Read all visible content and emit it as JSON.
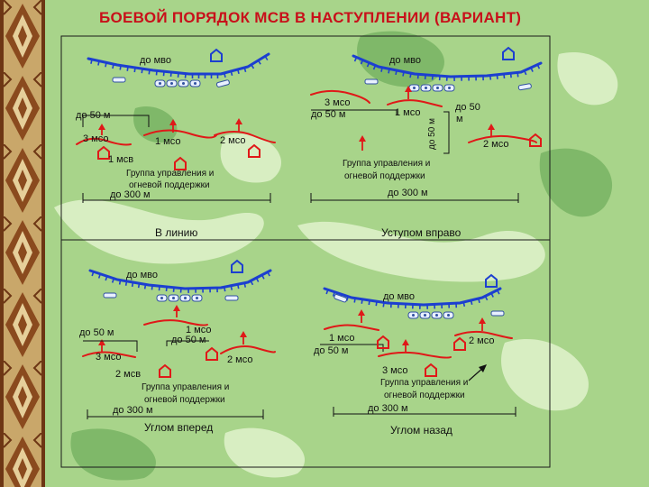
{
  "title": "БОЕВОЙ ПОРЯДОК МСВ В НАСТУПЛЕНИИ (ВАРИАНТ)",
  "colors": {
    "background": "#a8d48a",
    "pale_patch": "#d8eec2",
    "dark_patch": "#7fb869",
    "ornament": "#8a4a1e",
    "frame": "#1a1a1a",
    "friendly": "#e01818",
    "enemy": "#1c3fd0",
    "title": "#c8101a"
  },
  "panels": [
    {
      "caption": "В линию",
      "labels": {
        "enemy": "до мво",
        "d50": "до 50 м",
        "m3": "3 мсо",
        "m1": "1 мсо",
        "m2": "2 мсо",
        "msv": "1 мсв",
        "gr1": "Группа управления и",
        "gr2": "огневой поддержки",
        "d300": "до 300 м"
      }
    },
    {
      "caption": "Уступом вправо",
      "labels": {
        "enemy": "до мво",
        "m3": "3 мсо",
        "d50a": "до 50 м",
        "m1": "1 мсо",
        "vert": "до 50 м",
        "d50b1": "до 50",
        "d50b2": "м",
        "m2": "2 мсо",
        "gr1": "Группа управления и",
        "gr2": "огневой поддержки",
        "d300": "до 300 м"
      }
    },
    {
      "caption": "Углом вперед",
      "labels": {
        "enemy": "до мво",
        "d50": "до 50 м",
        "m1": "1 мсо",
        "d50b": "до 50 м",
        "m3": "3 мсо",
        "m2": "2 мсо",
        "msv": "2 мсв",
        "gr1": "Группа управления и",
        "gr2": "огневой поддержки",
        "d300": "до 300 м"
      }
    },
    {
      "caption": "Углом назад",
      "labels": {
        "enemy": "до мво",
        "m1": "1 мсо",
        "d50": "до 50 м",
        "m2": "2 мсо",
        "m3": "3 мсо",
        "gr1": "Группа управления и",
        "gr2": "огневой поддержки",
        "d300": "до 300 м"
      }
    }
  ]
}
